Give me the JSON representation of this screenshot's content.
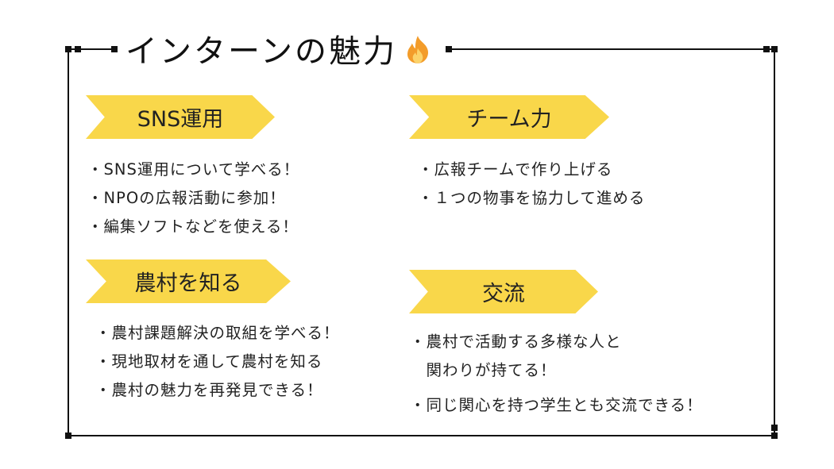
{
  "title": "インターンの魅力",
  "title_icon": "fire-icon",
  "accent_color": "#f9d74a",
  "sections": [
    {
      "heading": "SNS運用",
      "items": [
        "・SNS運用について学べる！",
        "・NPOの広報活動に参加！",
        "・編集ソフトなどを使える！"
      ]
    },
    {
      "heading": "チーム力",
      "items": [
        "・広報チームで作り上げる",
        "・１つの物事を協力して進める"
      ]
    },
    {
      "heading": "農村を知る",
      "items": [
        "・農村課題解決の取組を学べる！",
        "・現地取材を通して農村を知る",
        "・農村の魅力を再発見できる！"
      ]
    },
    {
      "heading": "交流",
      "items": [
        "・農村で活動する多様な人と",
        "　関わりが持てる！",
        "・同じ関心を持つ学生とも交流できる！"
      ]
    }
  ]
}
